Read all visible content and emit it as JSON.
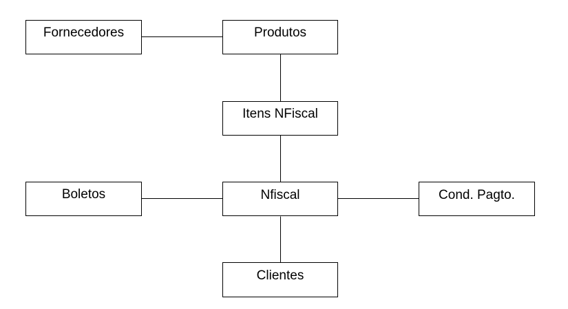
{
  "diagram": {
    "entities": {
      "fornecedores": "Fornecedores",
      "produtos": "Produtos",
      "itens_nfiscal": "Itens NFiscal",
      "boletos": "Boletos",
      "nfiscal": "Nfiscal",
      "cond_pagto": "Cond. Pagto.",
      "clientes": "Clientes"
    },
    "relationships": [
      {
        "from": "fornecedores",
        "to": "produtos"
      },
      {
        "from": "produtos",
        "to": "itens_nfiscal"
      },
      {
        "from": "itens_nfiscal",
        "to": "nfiscal"
      },
      {
        "from": "boletos",
        "to": "nfiscal"
      },
      {
        "from": "nfiscal",
        "to": "cond_pagto"
      },
      {
        "from": "nfiscal",
        "to": "clientes"
      }
    ]
  }
}
